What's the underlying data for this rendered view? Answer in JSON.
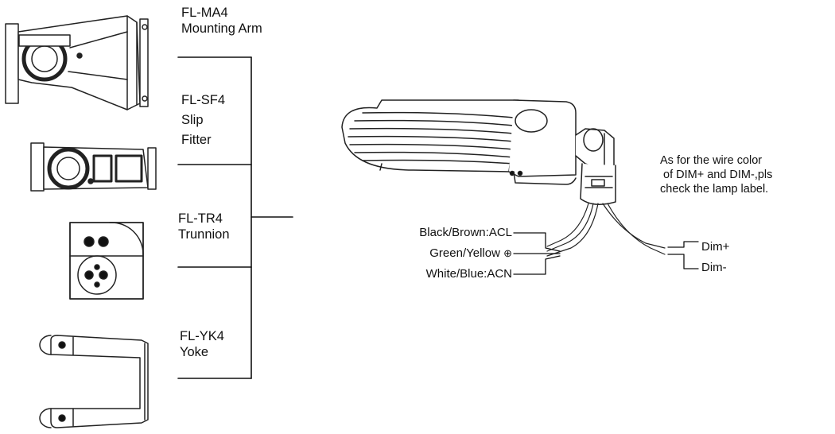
{
  "accessories": [
    {
      "code": "FL-MA4",
      "name": "Mounting Arm"
    },
    {
      "code": "FL-SF4",
      "name": "Slip",
      "name2": "Fitter"
    },
    {
      "code": "FL-TR4",
      "name": "Trunnion"
    },
    {
      "code": "FL-YK4",
      "name": "Yoke"
    }
  ],
  "wiring": {
    "left": [
      "Black/Brown:ACL",
      "Green/Yellow",
      "White/Blue:ACN"
    ],
    "ground_symbol": "⊕",
    "right": [
      "Dim+",
      "Dim-"
    ]
  },
  "note": {
    "line1": "As for the wire color",
    "line2": "of DIM+ and DIM-,pls",
    "line3": "check the lamp label."
  }
}
